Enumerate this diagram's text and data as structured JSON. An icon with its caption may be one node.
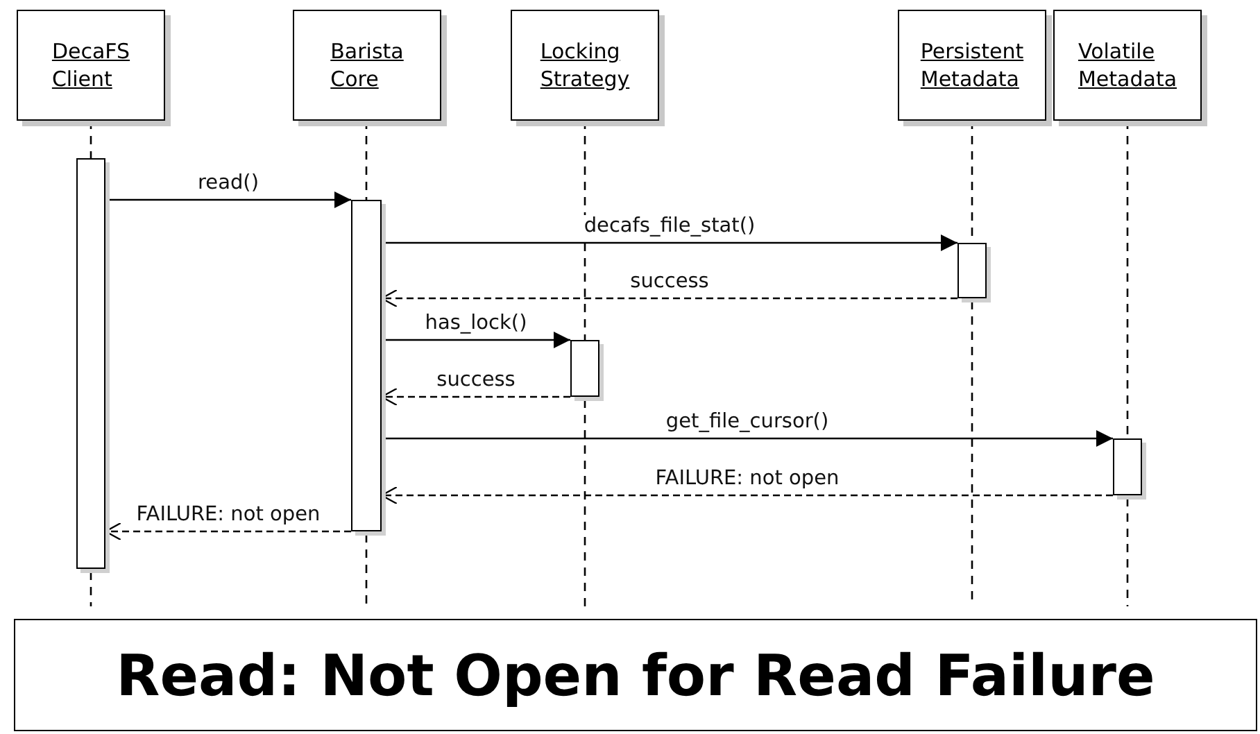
{
  "diagram": {
    "title": "Read: Not Open for Read Failure",
    "nodes": [
      {
        "text": [
          "DecaFS Client"
        ]
      },
      {
        "text": [
          "Barista Core"
        ]
      },
      {
        "text": [
          "Locking Strategy"
        ]
      },
      {
        "text": [
          "Persistent Metadata"
        ]
      },
      {
        "text": [
          "Volatile Metadata"
        ]
      },
      {
        "text": [],
        "shape": "bar"
      },
      {
        "text": [],
        "shape": "bar"
      },
      {
        "text": [],
        "shape": "bar"
      },
      {
        "text": [],
        "shape": "bar"
      },
      {
        "text": [],
        "shape": "bar"
      }
    ],
    "edges": [
      {
        "from": 5,
        "to": 6,
        "arrow": "to",
        "label": "read()"
      },
      {
        "from": 6,
        "to": 8,
        "arrow": "to",
        "label": "decafs_file_stat()"
      },
      {
        "from": 8,
        "to": 6,
        "arrow": "to",
        "label": "success",
        "style": "dashed"
      },
      {
        "from": 6,
        "to": 7,
        "arrow": "to",
        "label": "has_lock()"
      },
      {
        "from": 7,
        "to": 6,
        "arrow": "to",
        "label": "success",
        "style": "dashed"
      },
      {
        "from": 6,
        "to": 9,
        "arrow": "to",
        "label": "get_file_cursor()"
      },
      {
        "from": 9,
        "to": 6,
        "arrow": "to",
        "label": "FAILURE: not open",
        "style": "dashed"
      },
      {
        "from": 6,
        "to": 5,
        "arrow": "to",
        "label": "FAILURE: not open",
        "style": "dashed"
      },
      {
        "from": 0,
        "to": 5,
        "arrow": "none",
        "style": "dashed"
      },
      {
        "from": 1,
        "to": 6,
        "arrow": "none",
        "style": "dashed"
      },
      {
        "from": 2,
        "to": 7,
        "arrow": "none",
        "style": "dashed"
      },
      {
        "from": 3,
        "to": 8,
        "arrow": "none",
        "style": "dashed"
      },
      {
        "from": 4,
        "to": 9,
        "arrow": "none",
        "style": "dashed"
      }
    ]
  }
}
